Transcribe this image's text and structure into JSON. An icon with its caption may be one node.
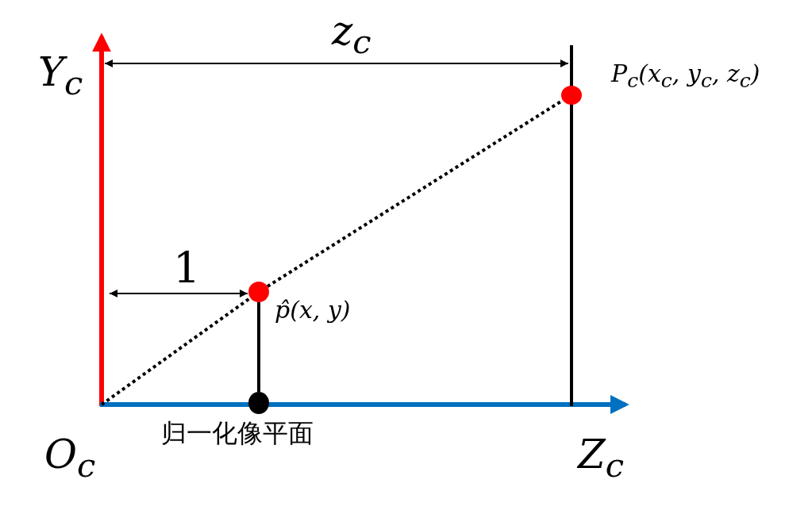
{
  "diagram": {
    "nodes": [
      {
        "text": [],
        "shape": "circle",
        "beside": [
          "P$_{c}$(x$_{c}$, y$_{c}$, z$_{c}$)"
        ]
      },
      {
        "text": [],
        "shape": "circle",
        "beside": [
          "p̂(x, y)"
        ]
      },
      {
        "text": [],
        "shape": "circle",
        "beside": [
          "归一化像平面"
        ]
      }
    ],
    "edges": [
      {
        "from": null,
        "to": 1,
        "arrow": "none",
        "style": "dashed"
      },
      {
        "from": 1,
        "to": 0,
        "arrow": "none",
        "style": "dashed"
      },
      {
        "from": 2,
        "to": 1,
        "arrow": "none"
      }
    ],
    "labels": [
      "z$_{c}$",
      "Y$_{c}$",
      "1",
      "O$_{c}$",
      "Z$_{c}$"
    ]
  }
}
